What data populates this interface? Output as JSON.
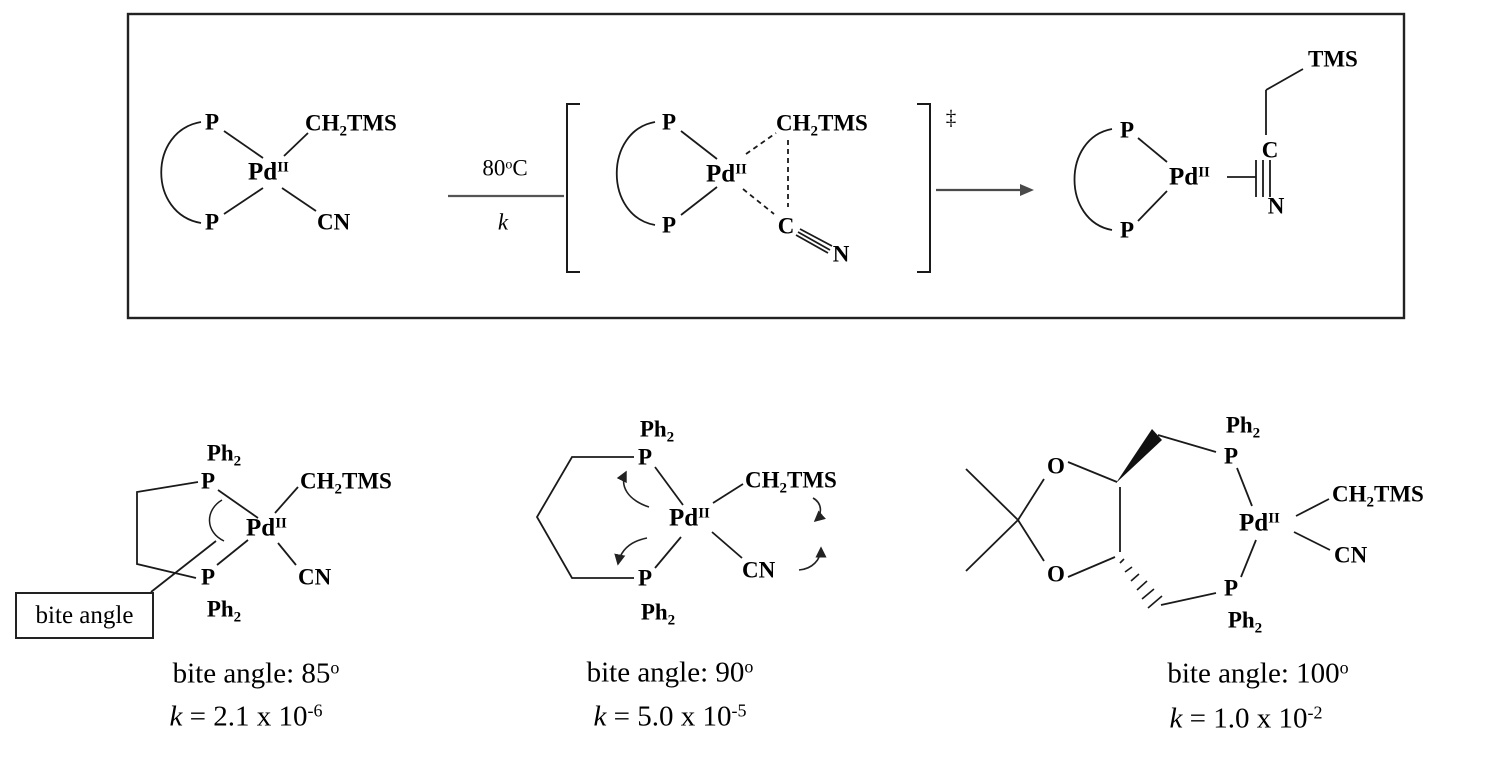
{
  "glyphs": {
    "p": "P",
    "ph": "Ph",
    "two": "2",
    "pd": "Pd",
    "oxstate": "II",
    "ch": "CH",
    "tms": "TMS",
    "cn": "CN",
    "c": "C",
    "n": "N",
    "o": "O",
    "ddagger": "‡"
  },
  "scheme": {
    "conditions": {
      "temp": "80",
      "temp_deg": "o",
      "temp_unit": "C",
      "rate_symbol": "k"
    }
  },
  "bite_angle_callout": "bite angle",
  "complexes": [
    {
      "caption_prefix": "bite angle: ",
      "angle": "85",
      "deg": "o",
      "k_symbol": "k",
      "k_value": " = 2.1 x 10",
      "k_exponent": "-6"
    },
    {
      "caption_prefix": "bite angle: ",
      "angle": "90",
      "deg": "o",
      "k_symbol": "k",
      "k_value": " = 5.0 x 10",
      "k_exponent": "-5"
    },
    {
      "caption_prefix": "bite angle: ",
      "angle": "100",
      "deg": "o",
      "k_symbol": "k",
      "k_value": " = 1.0 x 10",
      "k_exponent": "-2"
    }
  ]
}
